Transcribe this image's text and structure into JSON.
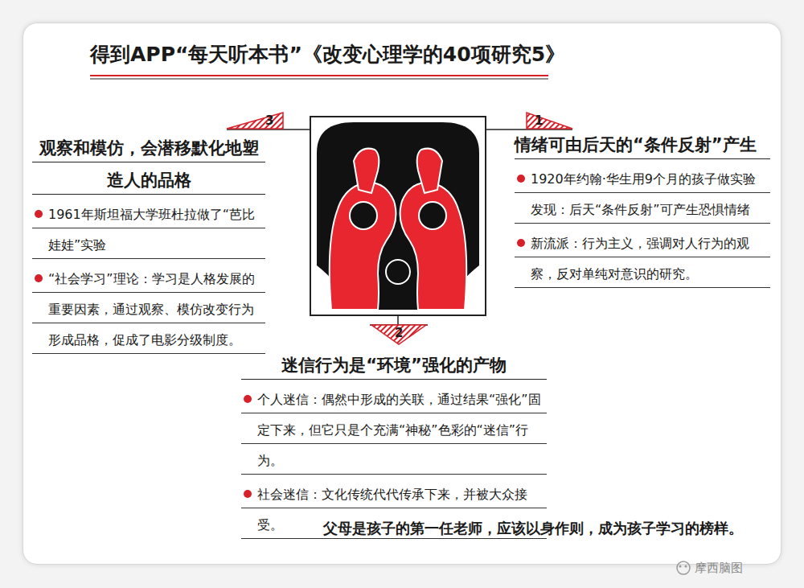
{
  "diagram": {
    "title": "得到APP“每天听本书”《改变心理学的40项研究5》",
    "nodes": [
      {
        "text": [
          "情绪可由后天的“条件反射”产生",
          "1920年约翰·华生用9个月的孩子做实验 发现：后天“条件反射”可产生恐惧情绪",
          "新流派：行为主义，强调对人行为的观察，反对单纯对意识的研究。"
        ]
      },
      {
        "text": [
          "迷信行为是“环境”强化的产物",
          "个人迷信：偶然中形成的关联，通过结果“强化”固定下来，但它只是个充满“神秘”色彩的“迷信”行为。",
          "社会迷信：文化传统代代传承下来，并被大众接受。"
        ]
      },
      {
        "text": [
          "观察和模仿，会潜移默化地塑造人的品格",
          "1961年斯坦福大学班杜拉做了“芭比娃娃”实验",
          "“社会学习”理论：学习是人格发展的重要因素，通过观察、模仿改变行为形成品格，促成了电影分级制度。"
        ]
      }
    ],
    "labels": [
      "1",
      "2",
      "3",
      "父母是孩子的第一任老师，应该以身作则，成为孩子学习的榜样。",
      "摩西脑图"
    ]
  }
}
